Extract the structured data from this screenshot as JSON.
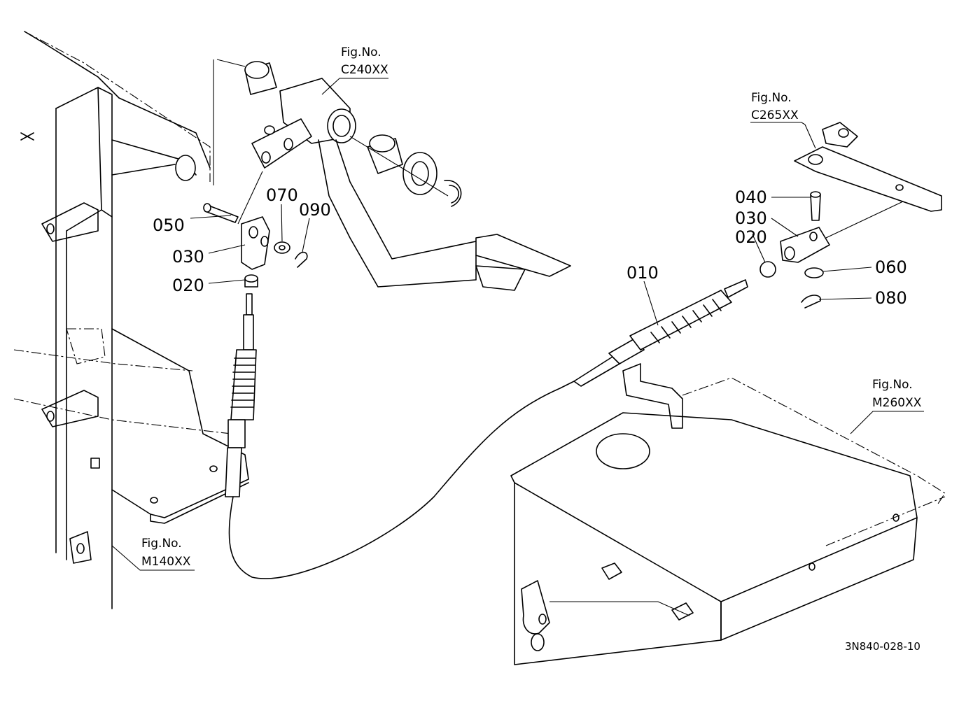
{
  "figure_refs": {
    "c240": {
      "line1": "Fig.No.",
      "line2": "C240XX"
    },
    "c265": {
      "line1": "Fig.No.",
      "line2": "C265XX"
    },
    "m260": {
      "line1": "Fig.No.",
      "line2": "M260XX"
    },
    "m140": {
      "line1": "Fig.No.",
      "line2": "M140XX"
    }
  },
  "parts": {
    "p010": "010",
    "p020_left": "020",
    "p020_right": "020",
    "p030_left": "030",
    "p030_right": "030",
    "p040": "040",
    "p050": "050",
    "p060": "060",
    "p070": "070",
    "p080": "080",
    "p090": "090"
  },
  "drawing_code": "3N840-028-10"
}
